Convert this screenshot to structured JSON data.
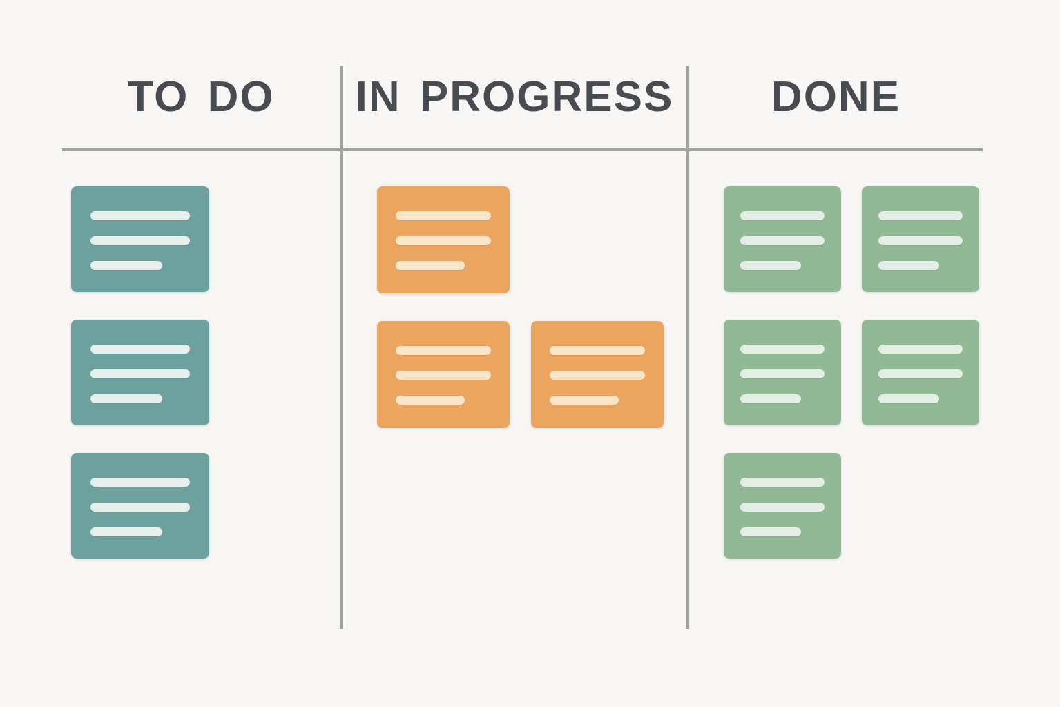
{
  "board": {
    "background": "#f7f6f5",
    "divider_color": "#a2a2a0",
    "header_color": "#484c51",
    "columns": [
      {
        "id": "todo",
        "label": "TO DO",
        "card_color": "#6ca19e",
        "line_color": "#e7efed",
        "card_count": 3,
        "rows": [
          [
            {
              "lines": [
                "long",
                "long",
                "short"
              ]
            }
          ],
          [
            {
              "lines": [
                "long",
                "long",
                "short"
              ]
            }
          ],
          [
            {
              "lines": [
                "long",
                "long",
                "short"
              ]
            }
          ]
        ]
      },
      {
        "id": "in-progress",
        "label": "IN PROGRESS",
        "card_color": "#eba55e",
        "line_color": "#f9e5c8",
        "card_count": 3,
        "rows": [
          [
            {
              "lines": [
                "long",
                "long",
                "short"
              ]
            }
          ],
          [
            {
              "lines": [
                "long",
                "long",
                "short"
              ]
            },
            {
              "lines": [
                "long",
                "long",
                "short"
              ]
            }
          ]
        ]
      },
      {
        "id": "done",
        "label": "DONE",
        "card_color": "#92b996",
        "line_color": "#e3eee4",
        "card_count": 5,
        "rows": [
          [
            {
              "lines": [
                "long",
                "long",
                "short"
              ]
            },
            {
              "lines": [
                "long",
                "long",
                "short"
              ]
            }
          ],
          [
            {
              "lines": [
                "long",
                "long",
                "short"
              ]
            },
            {
              "lines": [
                "long",
                "long",
                "short"
              ]
            }
          ],
          [
            {
              "lines": [
                "long",
                "long",
                "short"
              ]
            }
          ]
        ]
      }
    ]
  }
}
